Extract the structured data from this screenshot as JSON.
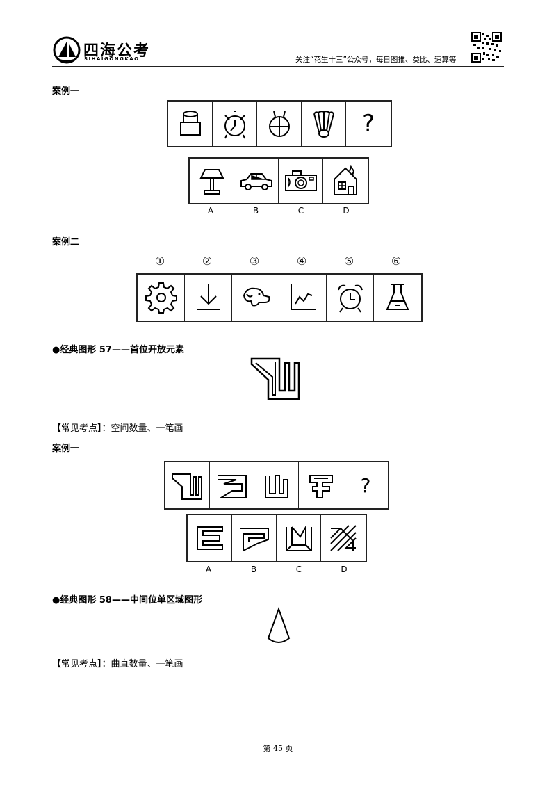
{
  "header": {
    "brand_name": "四海公考",
    "brand_sub": "SIHAIGONGKAO",
    "note": "关注“花生十三”公众号，每日图推、类比、速算等"
  },
  "sections": {
    "case1_title": "案例一",
    "case1_options": [
      "A",
      "B",
      "C",
      "D"
    ],
    "case1_question_mark": "?",
    "case2_title": "案例二",
    "case2_numbers": [
      "①",
      "②",
      "③",
      "④",
      "⑤",
      "⑥"
    ],
    "classic57_title": "●经典图形 57——首位开放元素",
    "classic57_points": "【常见考点】：空间数量、一笔画",
    "case3_title": "案例一",
    "case3_options": [
      "A",
      "B",
      "C",
      "D"
    ],
    "case3_question_mark": "?",
    "classic58_title": "●经典图形 58——中间位单区域图形",
    "classic58_points": "【常见考点】：曲直数量、一笔画"
  },
  "footer": {
    "page": "第 45 页"
  }
}
